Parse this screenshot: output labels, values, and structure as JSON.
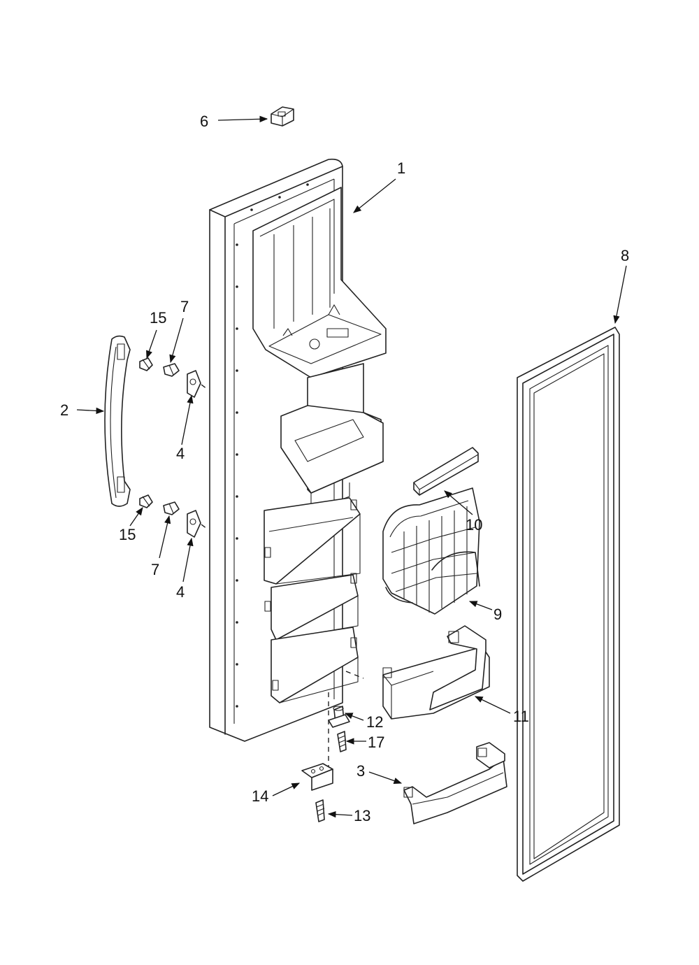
{
  "callouts": {
    "c1": "1",
    "c2": "2",
    "c3": "3",
    "c4a": "4",
    "c4b": "4",
    "c6": "6",
    "c7a": "7",
    "c7b": "7",
    "c8": "8",
    "c9": "9",
    "c10": "10",
    "c11": "11",
    "c12": "12",
    "c13": "13",
    "c14": "14",
    "c15a": "15",
    "c15b": "15",
    "c17": "17"
  }
}
